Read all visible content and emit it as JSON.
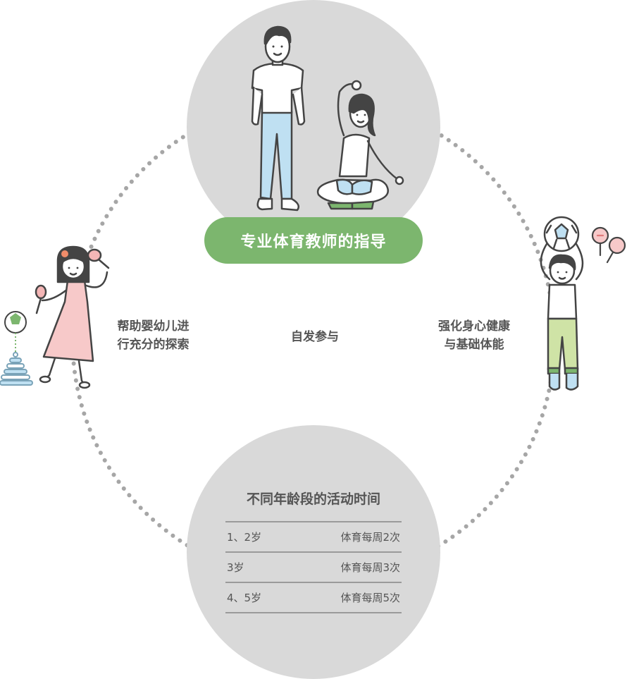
{
  "center_badge": "专业体育教师的指导",
  "left_text": [
    "帮助婴幼儿进",
    "行充分的探索"
  ],
  "center_text": "自发参与",
  "right_text": [
    "强化身心健康",
    "与基础体能"
  ],
  "table": {
    "title": "不同年龄段的活动时间",
    "rows": [
      {
        "age": "1、2岁",
        "frequency": "体育每周2次"
      },
      {
        "age": "3岁",
        "frequency": "体育每周3次"
      },
      {
        "age": "4、5岁",
        "frequency": "体育每周5次"
      }
    ]
  },
  "colors": {
    "badge_green": "#7cb66e",
    "circle_gray": "#d9d9d9",
    "dot_gray": "#a6a6a6",
    "text_gray": "#555555"
  },
  "icons": [
    "teacher-man-icon",
    "teacher-woman-yoga-icon",
    "girl-with-maracas-icon",
    "stacking-toy-icon",
    "boy-with-ball-icon",
    "maracas-icon"
  ]
}
